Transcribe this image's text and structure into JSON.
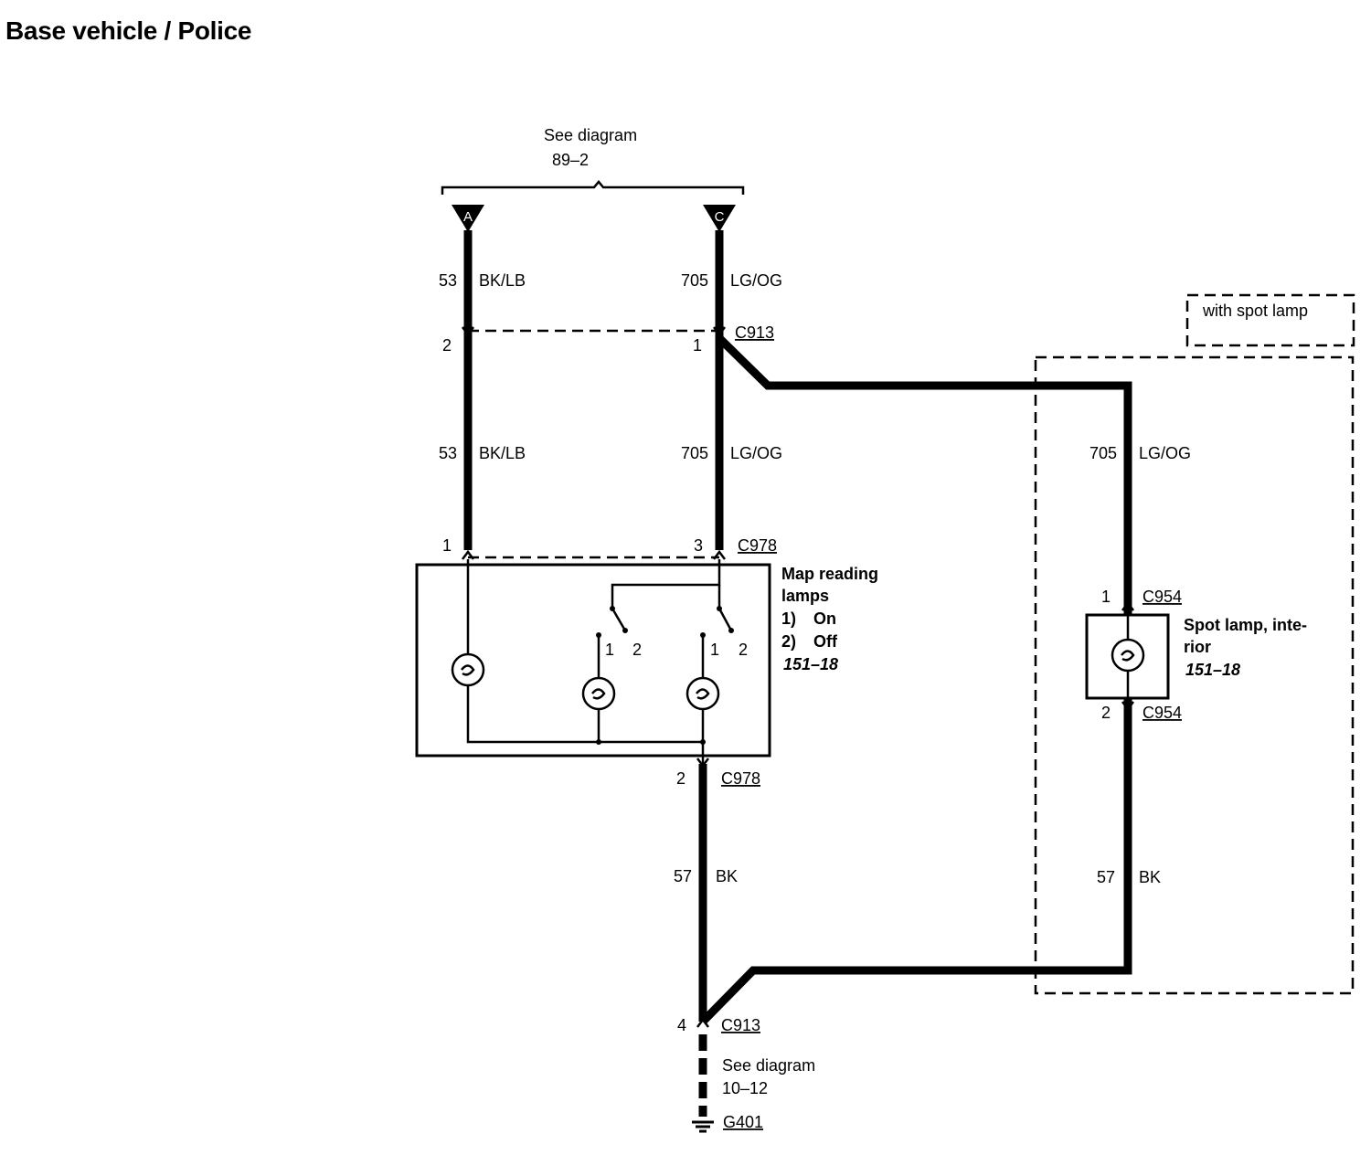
{
  "title": "Base vehicle / Police",
  "top_ref": {
    "line1": "See diagram",
    "line2": "89–2"
  },
  "bottom_ref": {
    "line1": "See diagram",
    "line2": "10–12"
  },
  "terminals": {
    "a": "A",
    "c": "C"
  },
  "wires": {
    "a_upper": {
      "circuit": "53",
      "color": "BK/LB"
    },
    "c_upper": {
      "circuit": "705",
      "color": "LG/OG"
    },
    "a_lower": {
      "circuit": "53",
      "color": "BK/LB"
    },
    "c_lower": {
      "circuit": "705",
      "color": "LG/OG"
    },
    "spot_feed": {
      "circuit": "705",
      "color": "LG/OG"
    },
    "map_ground": {
      "circuit": "57",
      "color": "BK"
    },
    "spot_ground": {
      "circuit": "57",
      "color": "BK"
    }
  },
  "connectors": {
    "c913_top": {
      "name": "C913",
      "pin_a": "2",
      "pin_c": "1"
    },
    "c978_top": {
      "name": "C978",
      "pin_a": "1",
      "pin_c": "3"
    },
    "c978_bottom": {
      "name": "C978",
      "pin": "2"
    },
    "c913_bottom": {
      "name": "C913",
      "pin": "4"
    },
    "c954_top": {
      "name": "C954",
      "pin": "1"
    },
    "c954_bottom": {
      "name": "C954",
      "pin": "2"
    }
  },
  "map_lamps": {
    "name_line1": "Map reading",
    "name_line2": "lamps",
    "pos1": "1)",
    "pos1_label": "On",
    "pos2": "2)",
    "pos2_label": "Off",
    "ref": "151–18",
    "switch_left": {
      "pos1": "1",
      "pos2": "2"
    },
    "switch_right": {
      "pos1": "1",
      "pos2": "2"
    }
  },
  "spot_lamp": {
    "name_line1": "Spot lamp, inte-",
    "name_line2": "rior",
    "ref": "151–18",
    "option_label": "with spot lamp"
  },
  "ground": {
    "name": "G401"
  }
}
